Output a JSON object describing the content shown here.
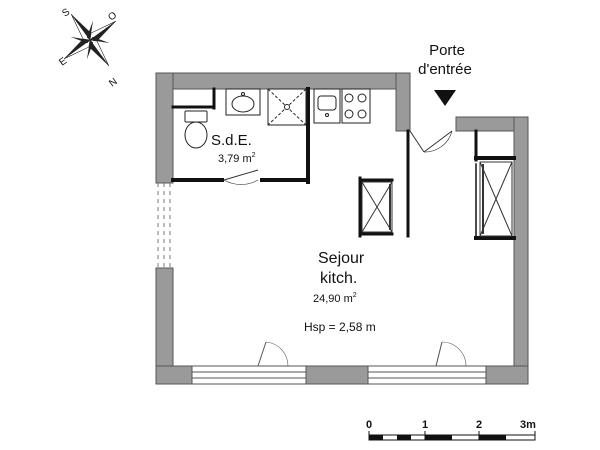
{
  "compass": {
    "north": "N",
    "south": "S",
    "east": "E",
    "west": "O"
  },
  "entrance": {
    "line1": "Porte",
    "line2": "d'entrée"
  },
  "bathroom": {
    "name": "S.d.E.",
    "area_number": "3,79 m",
    "area_exponent": "2"
  },
  "living": {
    "name_line1": "Sejour",
    "name_line2": "kitch.",
    "area_number": "24,90 m",
    "area_exponent": "2",
    "ceiling_height": "Hsp = 2,58 m"
  },
  "scale": {
    "ticks": [
      "0",
      "1",
      "2",
      "3m"
    ]
  },
  "colors": {
    "wall_fill": "#9a9a9a",
    "wall_stroke": "#555555",
    "partition": "#111111"
  }
}
